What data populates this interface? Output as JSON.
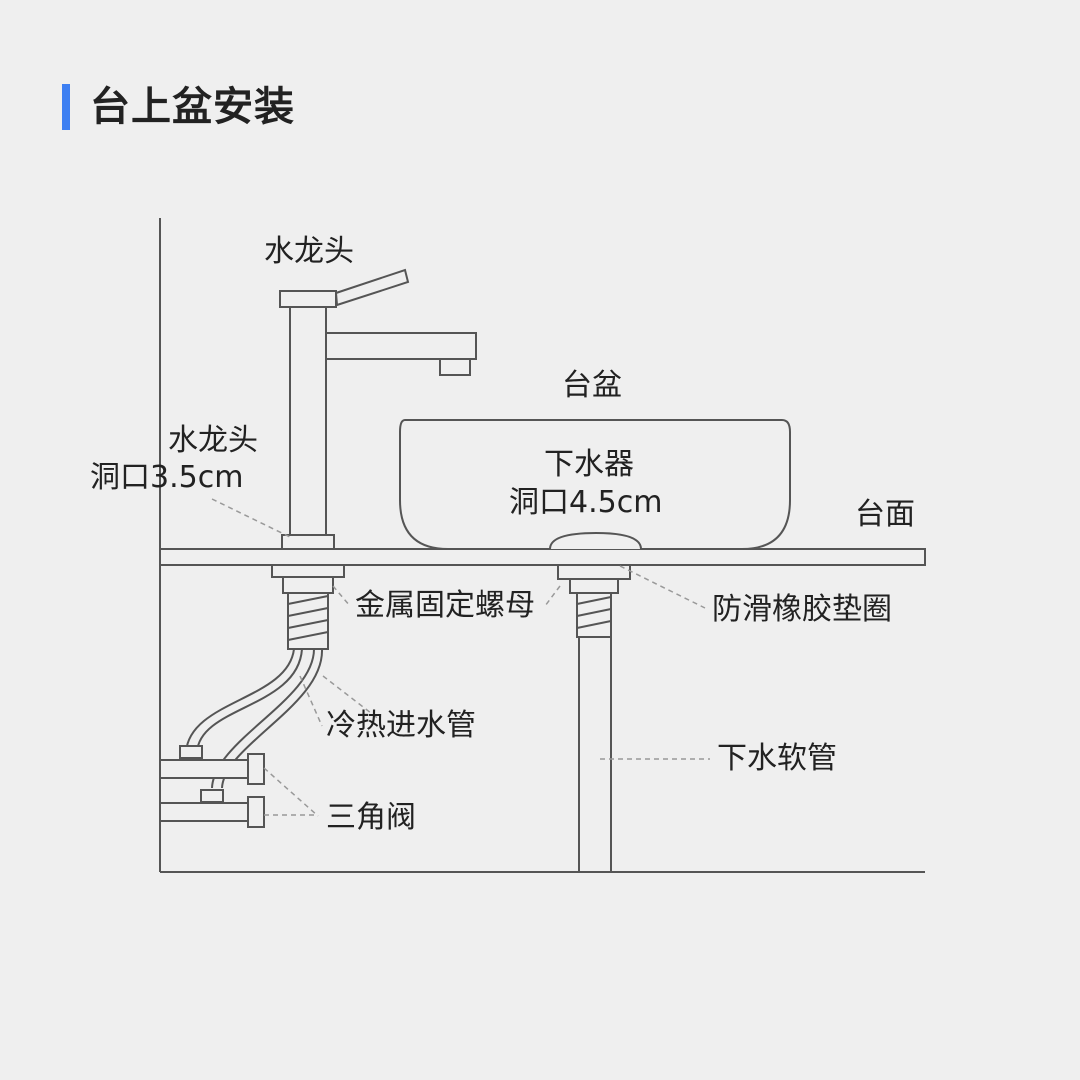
{
  "title": "台上盆安装",
  "accent_color": "#3d7ff2",
  "labels": {
    "faucet": "水龙头",
    "faucet_hole_line1": "水龙头",
    "faucet_hole_line2": "洞口3.5cm",
    "basin": "台盆",
    "drain_line1": "下水器",
    "drain_line2": "洞口4.5cm",
    "countertop": "台面",
    "metal_nut": "金属固定螺母",
    "rubber_gasket": "防滑橡胶垫圈",
    "supply_hose": "冷热进水管",
    "drain_hose": "下水软管",
    "angle_valve": "三角阀"
  }
}
